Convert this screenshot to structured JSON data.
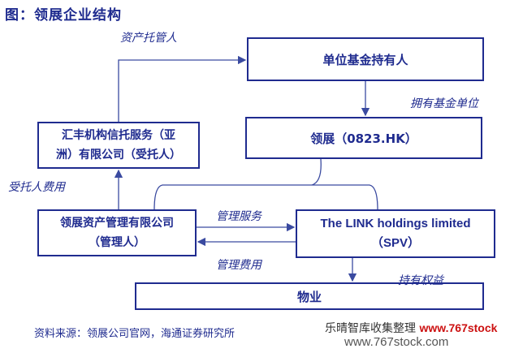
{
  "title": "图：领展企业结构",
  "boxes": {
    "fund_holders": "单位基金持有人",
    "link_reit": "领展（0823.HK）",
    "hsbc_line1": "汇丰机构信托服务（亚",
    "hsbc_line2": "洲）有限公司（受托人）",
    "manager_line1": "领展资产管理有限公司",
    "manager_line2": "（管理人）",
    "spv_line1": "The LINK holdings limited",
    "spv_line2": "（SPV）",
    "property": "物业"
  },
  "labels": {
    "asset_custody": "资产托管人",
    "own_units": "拥有基金单位",
    "trustee_fee": "受托人费用",
    "management_services": "管理服务",
    "management_fee": "管理费用",
    "hold_interest": "持有权益"
  },
  "source": "资料来源：领展公司官网，海通证券研究所",
  "watermark": {
    "brand": "乐晴智库收集整理",
    "url_red": "www.767stock",
    "url_bottom": "www.767stock.com"
  },
  "colors": {
    "primary": "#1f2b8f",
    "line": "#3a4aa0",
    "watermark_red": "#cc1111"
  }
}
